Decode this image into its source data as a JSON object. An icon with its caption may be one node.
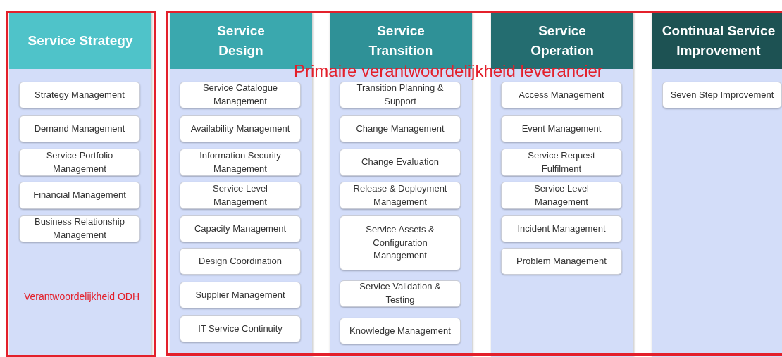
{
  "diagram": {
    "nodes": [
      {
        "text": [
          "Service Strategy"
        ]
      },
      {
        "text": [
          "Strategy Management"
        ],
        "in": 0
      },
      {
        "text": [
          "Demand Management"
        ],
        "in": 0
      },
      {
        "text": [
          "Service Portfolio Management"
        ],
        "in": 0
      },
      {
        "text": [
          "Financial Management"
        ],
        "in": 0
      },
      {
        "text": [
          "Business Relationship Management"
        ],
        "in": 0
      },
      {
        "text": [
          "Service Design"
        ]
      },
      {
        "text": [
          "Service Catalogue Management"
        ],
        "in": 6
      },
      {
        "text": [
          "Availability Management"
        ],
        "in": 6
      },
      {
        "text": [
          "Information Security Management"
        ],
        "in": 6
      },
      {
        "text": [
          "Service Level Management"
        ],
        "in": 6
      },
      {
        "text": [
          "Capacity Management"
        ],
        "in": 6
      },
      {
        "text": [
          "Design Coordination"
        ],
        "in": 6
      },
      {
        "text": [
          "Supplier Management"
        ],
        "in": 6
      },
      {
        "text": [
          "IT Service Continuity"
        ],
        "in": 6
      },
      {
        "text": [
          "Service Transition"
        ]
      },
      {
        "text": [
          "Transition Planning & Support"
        ],
        "in": 15
      },
      {
        "text": [
          "Change Management"
        ],
        "in": 15
      },
      {
        "text": [
          "Change Evaluation"
        ],
        "in": 15
      },
      {
        "text": [
          "Release & Deployment Management"
        ],
        "in": 15
      },
      {
        "text": [
          "Service Assets & Configuration Management"
        ],
        "in": 15
      },
      {
        "text": [
          "Service Validation & Testing"
        ],
        "in": 15
      },
      {
        "text": [
          "Knowledge Management"
        ],
        "in": 15
      },
      {
        "text": [
          "Service Operation"
        ]
      },
      {
        "text": [
          "Access Management"
        ],
        "in": 23
      },
      {
        "text": [
          "Event Management"
        ],
        "in": 23
      },
      {
        "text": [
          "Service Request Fulfilment"
        ],
        "in": 23
      },
      {
        "text": [
          "Service Level Management"
        ],
        "in": 23
      },
      {
        "text": [
          "Incident Management"
        ],
        "in": 23
      },
      {
        "text": [
          "Problem Management"
        ],
        "in": 23
      },
      {
        "text": [
          "Continual Service Improvement"
        ]
      },
      {
        "text": [
          "Seven Step Improvement"
        ],
        "in": 30
      }
    ],
    "labels": [
      "Primaire verantwoordelijkheid leverancier",
      "Verantwoordelijkheid ODH"
    ]
  }
}
